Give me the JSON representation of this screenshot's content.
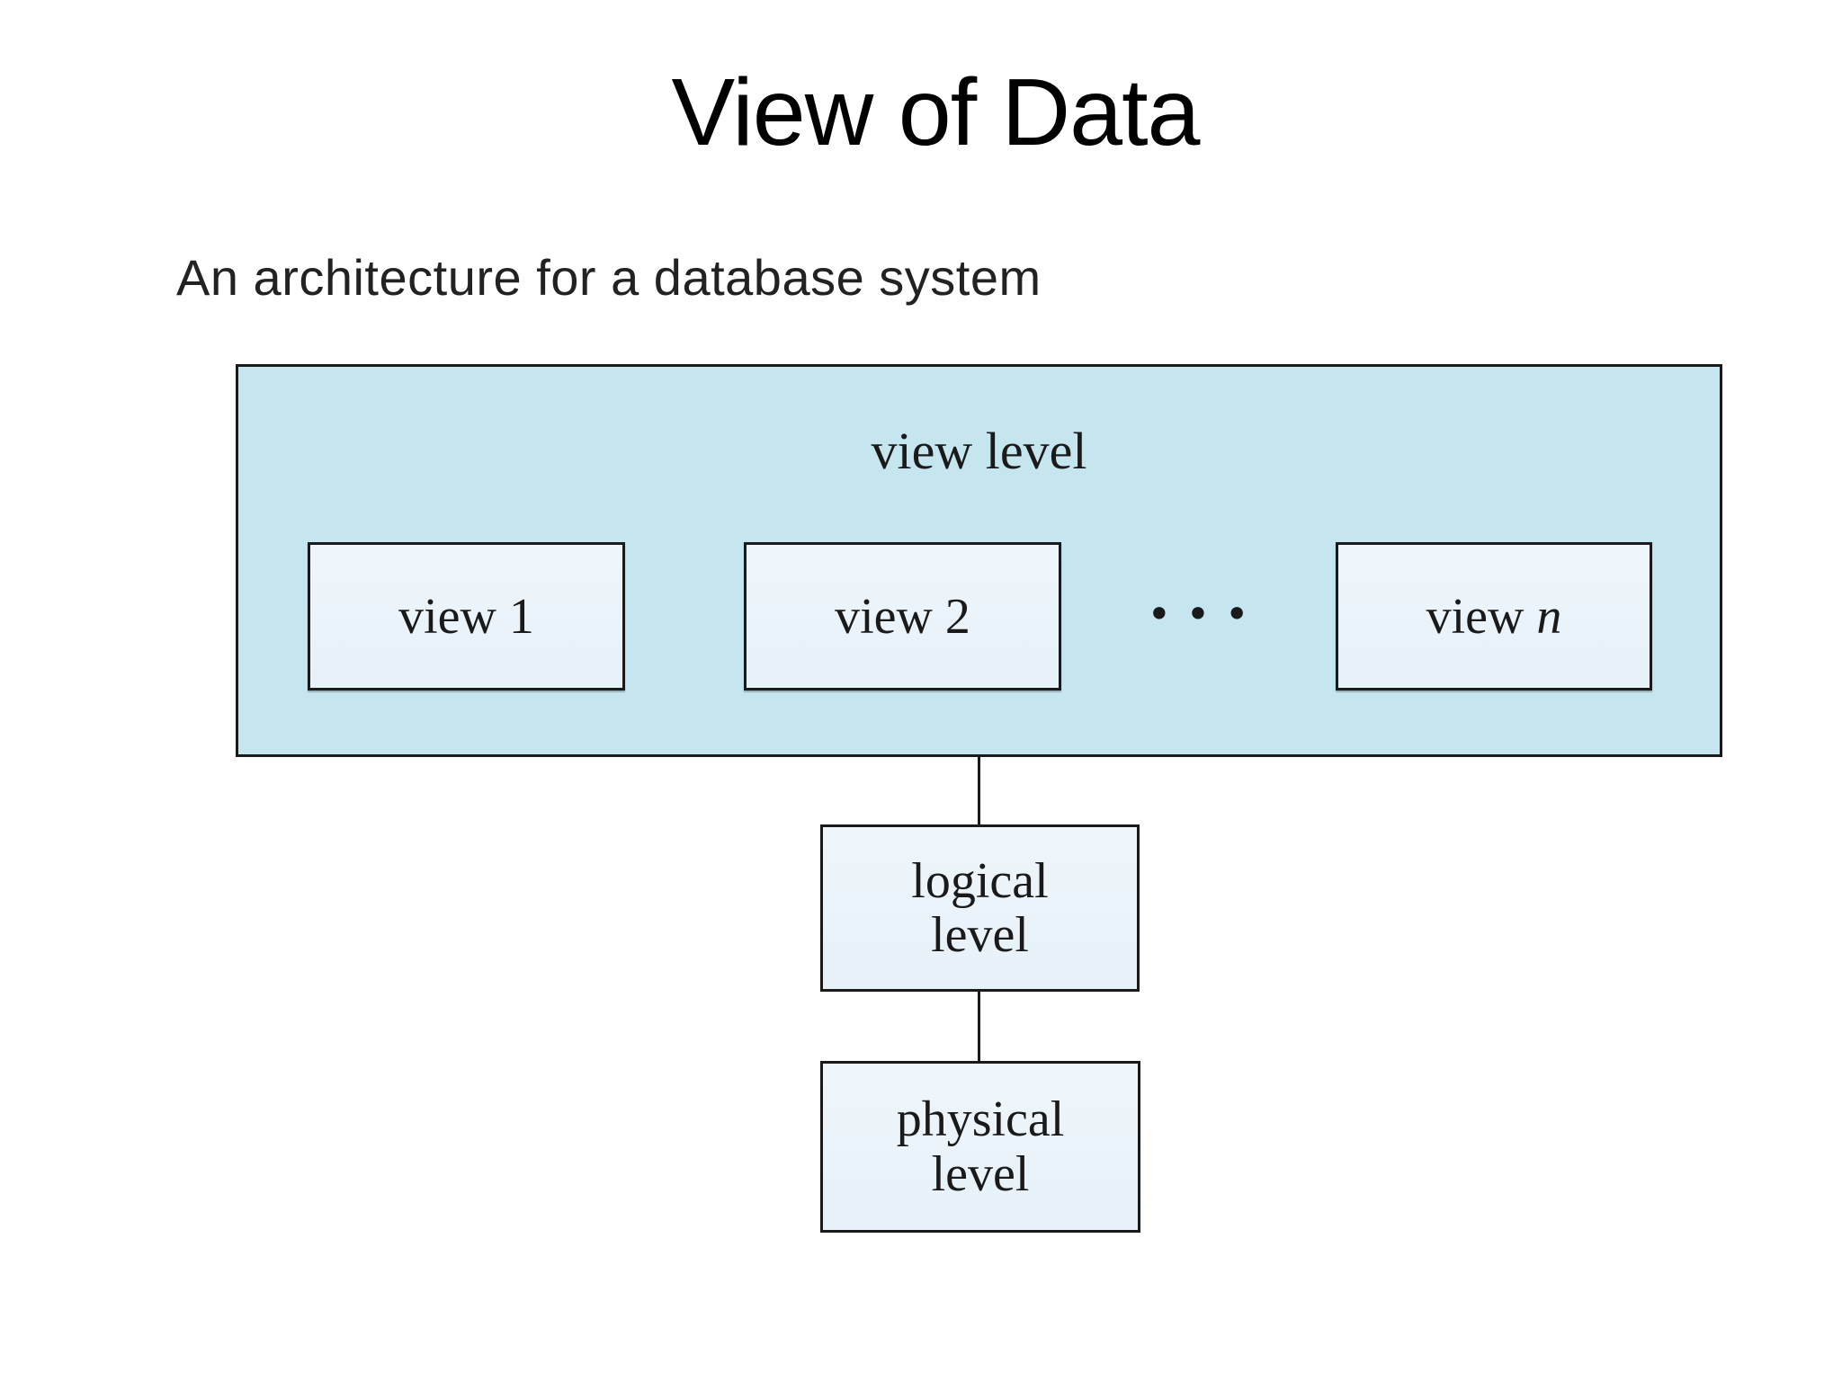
{
  "slide": {
    "title": "View of Data",
    "subtitle": "An architecture for a database system"
  },
  "diagram": {
    "view_level": {
      "label": "view level",
      "views": [
        {
          "text": "view 1",
          "emph": ""
        },
        {
          "text": "view 2",
          "emph": ""
        },
        {
          "text": "view ",
          "emph": "n"
        }
      ],
      "ellipsis": "•••"
    },
    "logical_level": {
      "line1": "logical",
      "line2": "level"
    },
    "physical_level": {
      "line1": "physical",
      "line2": "level"
    },
    "colors": {
      "outer_box_fill": "#c5e6ee",
      "inner_box_fill": "#eaf3f9",
      "box_border": "#1a1a1a",
      "diagram_text": "#1a1a1a",
      "title_text": "#000000",
      "background": "#ffffff"
    }
  }
}
